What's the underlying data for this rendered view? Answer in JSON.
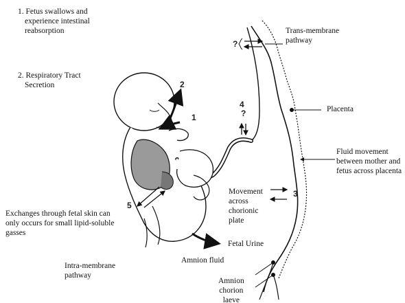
{
  "labels": {
    "fetus_swallows": [
      "1. Fetus swallows and",
      "experience intestinal",
      "reabsorption"
    ],
    "respiratory": [
      "2. Respiratory Tract",
      "Secretion"
    ],
    "trans_membrane": [
      "Trans-membrane",
      "pathway"
    ],
    "placenta": "Placenta",
    "fluid_movement": [
      "Fluid movement",
      "between mother and",
      "fetus across placenta"
    ],
    "movement_chorionic": [
      "Movement",
      "across",
      "chorionic",
      "plate"
    ],
    "fetal_skin": [
      "Exchanges through fetal skin can",
      "only occurs for small lipid-soluble",
      "gasses"
    ],
    "fetal_urine": "Fetal Urine",
    "amnion_fluid": "Amnion fluid",
    "intra_membrane": [
      "Intra-membrane",
      "pathway"
    ],
    "amnion_chorion": [
      "Amnion",
      "chorion",
      "laeve"
    ]
  },
  "markers": {
    "n1": "1",
    "n2": "2",
    "n3": "3",
    "n4": "4",
    "n5": "5",
    "q_trans": "?",
    "q_cord": "?"
  }
}
